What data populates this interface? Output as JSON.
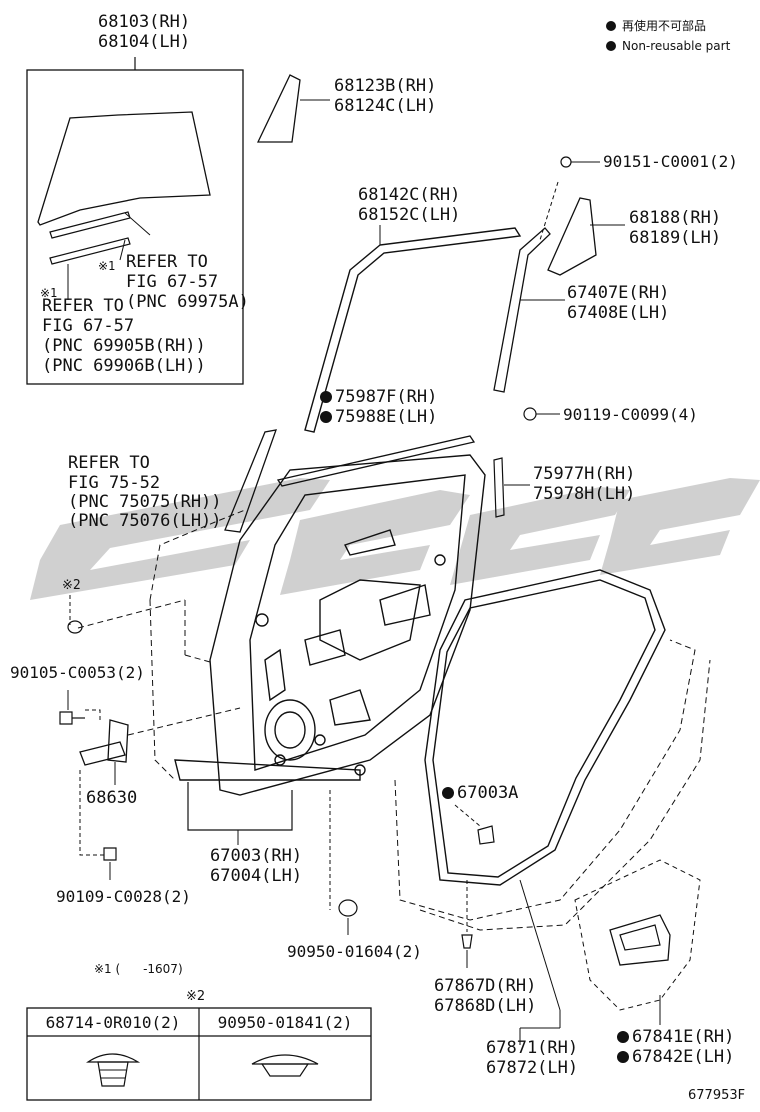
{
  "legend": {
    "jp": "再使用不可部品",
    "en": "Non-reusable part"
  },
  "labels": {
    "p68103": "68103(RH)",
    "p68104": "68104(LH)",
    "p68123": "68123B(RH)",
    "p68124": "68124C(LH)",
    "p90151": "90151-C0001(2)",
    "p68142": "68142C(RH)",
    "p68152": "68152C(LH)",
    "p68188": "68188(RH)",
    "p68189": "68189(LH)",
    "p67407": "67407E(RH)",
    "p67408": "67408E(LH)",
    "p75987": "75987F(RH)",
    "p75988": "75988E(LH)",
    "p90119": "90119-C0099(4)",
    "ref7557a_1": "REFER TO",
    "ref7557a_2": "FIG 67-57",
    "ref7557a_3": "(PNC 69975A)",
    "ref7557a_mark": "※1",
    "ref7557b_mark": "※1",
    "ref7557b_1": "REFER TO",
    "ref7557b_2": "FIG 67-57",
    "ref7557b_3": "(PNC 69905B(RH))",
    "ref7557b_4": "(PNC 69906B(LH))",
    "ref7552_1": "REFER TO",
    "ref7552_2": "FIG 75-52",
    "ref7552_3": "(PNC 75075(RH))",
    "ref7552_4": "(PNC 75076(LH))",
    "p75977": "75977H(RH)",
    "p75978": "75978H(LH)",
    "mark2": "※2",
    "p90105": "90105-C0053(2)",
    "p68630": "68630",
    "p67003a": "67003A",
    "p67003": "67003(RH)",
    "p67004": "67004(LH)",
    "p90109": "90109-C0028(2)",
    "p90950a": "90950-01604(2)",
    "p67867": "67867D(RH)",
    "p67868": "67868D(LH)",
    "p67871": "67871(RH)",
    "p67872": "67872(LH)",
    "p67841": "67841E(RH)",
    "p67842": "67842E(LH)",
    "note1": "※1 (      -1607)",
    "note2": "※2",
    "code": "677953F"
  },
  "table": {
    "headers": [
      "68714-0R010(2)",
      "90950-01841(2)"
    ]
  }
}
